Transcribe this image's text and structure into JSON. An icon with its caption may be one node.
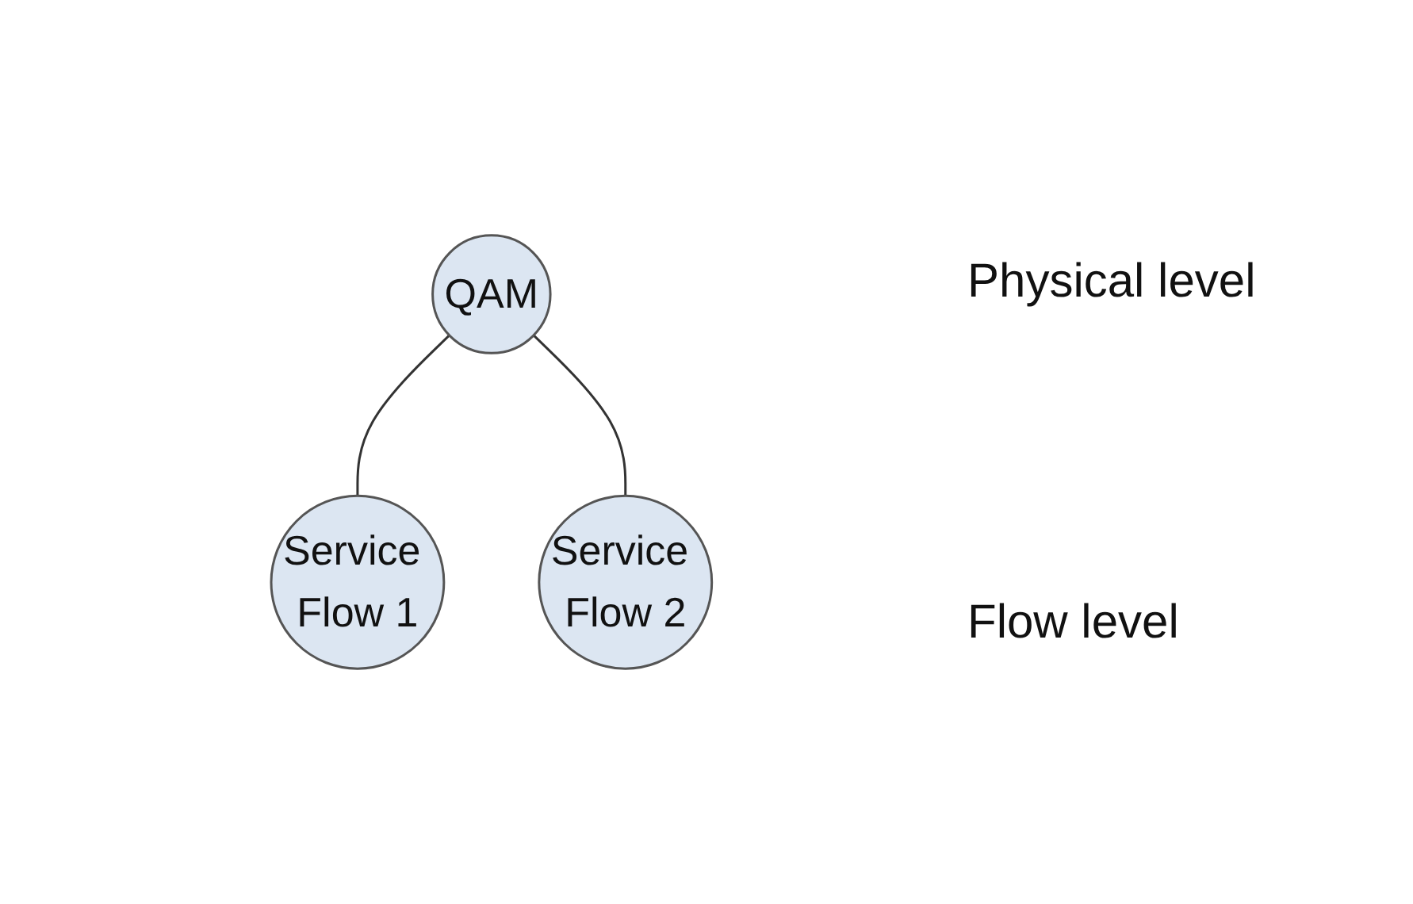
{
  "diagram": {
    "nodes": [
      {
        "text": [
          "QAM"
        ]
      },
      {
        "text": [
          "Service Flow 1"
        ]
      },
      {
        "text": [
          "Service Flow 2"
        ]
      }
    ],
    "edges": [
      {
        "from": 0,
        "to": 1,
        "arrow": "none"
      },
      {
        "from": 0,
        "to": 2,
        "arrow": "none"
      }
    ],
    "labels": [
      "Physical level",
      "Flow level"
    ]
  }
}
